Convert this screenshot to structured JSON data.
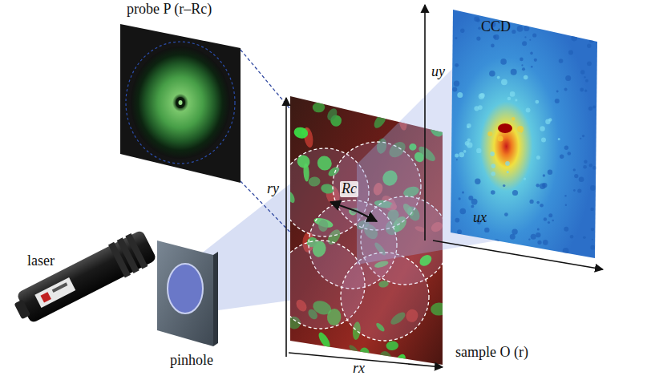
{
  "diagram": {
    "labels": [
      "probe P (r–Rc)",
      "CCD",
      "uy",
      "ry",
      "Rc",
      "ux",
      "laser",
      "pinhole",
      "rx",
      "sample O (r)"
    ]
  }
}
